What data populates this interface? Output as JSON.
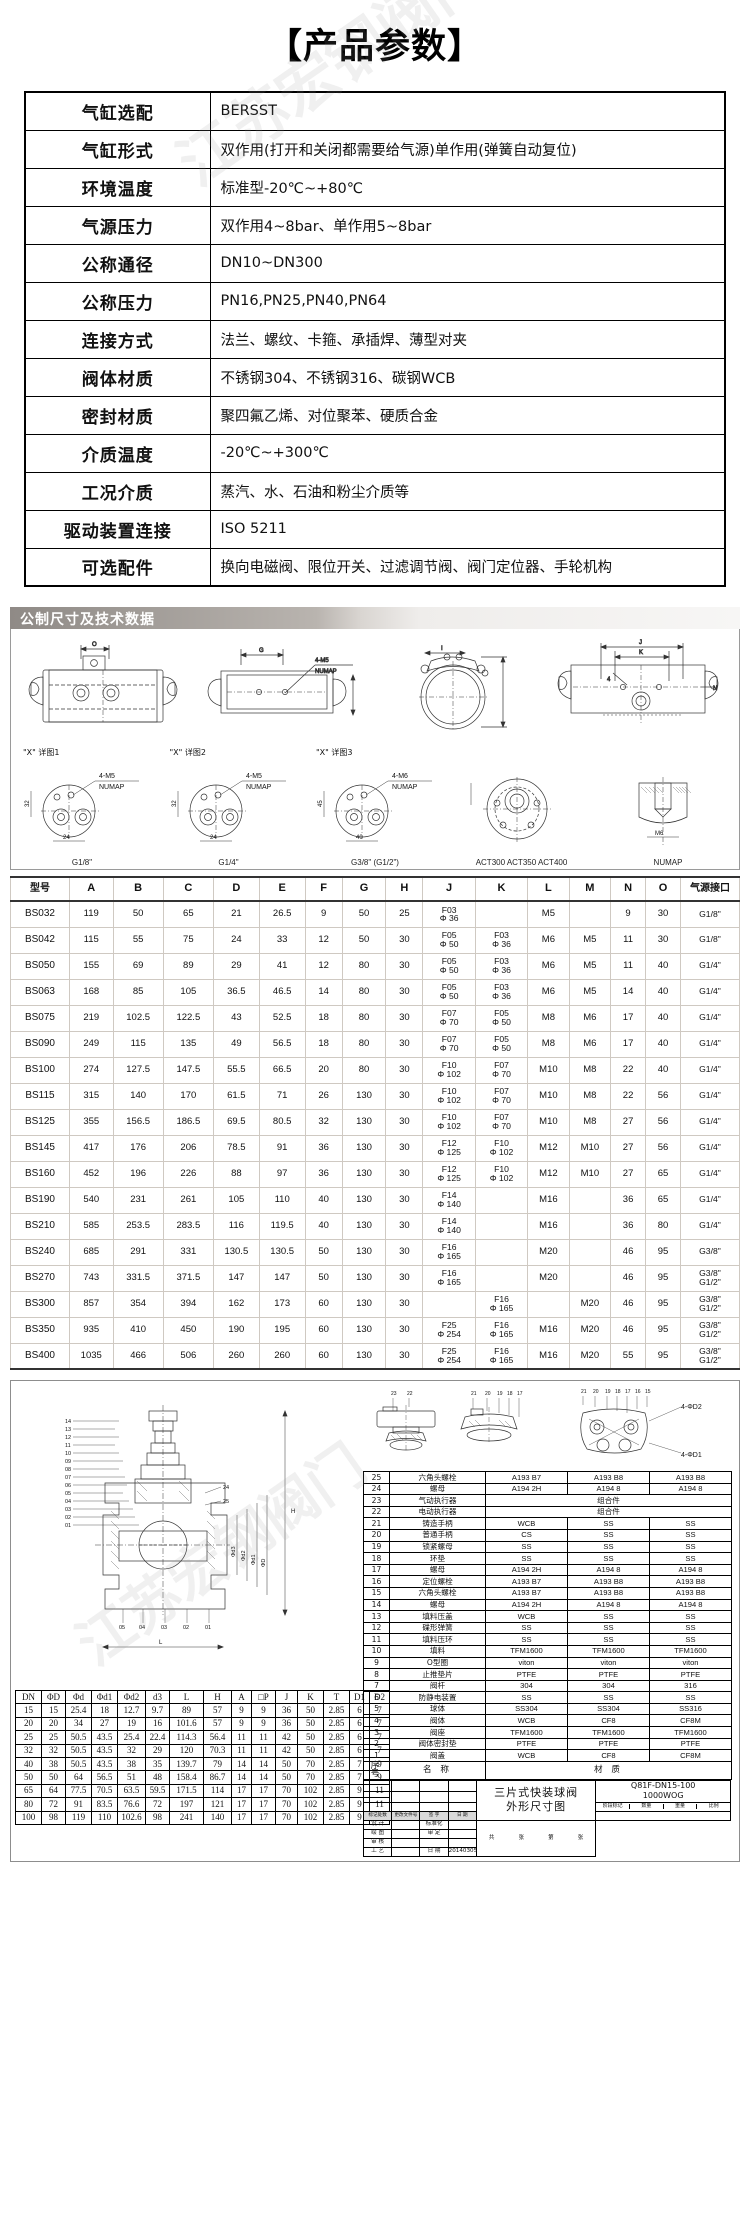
{
  "title": "【产品参数】",
  "watermark": "江苏宏钢阀门",
  "params": {
    "rows": [
      {
        "key": "气缸选配",
        "value": "BERSST"
      },
      {
        "key": "气缸形式",
        "value": "双作用(打开和关闭都需要给气源)单作用(弹簧自动复位)"
      },
      {
        "key": "环境温度",
        "value": "标准型-20℃~+80℃"
      },
      {
        "key": "气源压力",
        "value": "双作用4~8bar、单作用5~8bar"
      },
      {
        "key": "公称通径",
        "value": "DN10~DN300"
      },
      {
        "key": "公称压力",
        "value": "PN16,PN25,PN40,PN64"
      },
      {
        "key": "连接方式",
        "value": "法兰、螺纹、卡箍、承插焊、薄型对夹"
      },
      {
        "key": "阀体材质",
        "value": "不锈钢304、不锈钢316、碳钢WCB"
      },
      {
        "key": "密封材质",
        "value": "聚四氟乙烯、对位聚苯、硬质合金"
      },
      {
        "key": "介质温度",
        "value": "-20℃~+300℃"
      },
      {
        "key": "工况介质",
        "value": "蒸汽、水、石油和粉尘介质等"
      },
      {
        "key": "驱动装置连接",
        "value": "ISO 5211"
      },
      {
        "key": "可选配件",
        "value": "换向电磁阀、限位开关、过滤调节阀、阀门定位器、手轮机构"
      }
    ]
  },
  "section": {
    "banner_label": "公制尺寸及技术数据"
  },
  "drawing": {
    "dim_labels": [
      "O",
      "G",
      "4-M5",
      "NUMAP",
      "J",
      "K",
      "N",
      "I",
      "H"
    ],
    "view_note_left": "\"X\" 详图",
    "details": [
      {
        "caption": "\"X\" 详图1",
        "thread": "4-M5",
        "standard": "NUMAP",
        "height_dim": "32",
        "width_dim": "24",
        "port": "G1/8\""
      },
      {
        "caption": "\"X\" 详图2",
        "thread": "4-M5",
        "standard": "NUMAP",
        "height_dim": "32",
        "width_dim": "24",
        "port": "G1/4\""
      },
      {
        "caption": "\"X\" 详图3",
        "thread": "4-M6",
        "standard": "NUMAP",
        "height_dim": "45",
        "width_dim": "40",
        "port": "G3/8\" (G1/2\")"
      },
      {
        "caption": "",
        "thread": "",
        "standard": "",
        "height_dim": "",
        "width_dim": "",
        "port": "ACT300 ACT350 ACT400"
      },
      {
        "caption": "",
        "thread": "",
        "standard": "",
        "height_dim": "",
        "width_dim": "M6",
        "port": "NUMAP"
      }
    ]
  },
  "dims_table": {
    "columns": [
      "型号",
      "A",
      "B",
      "C",
      "D",
      "E",
      "F",
      "G",
      "H",
      "J",
      "K",
      "L",
      "M",
      "N",
      "O",
      "气源接口"
    ],
    "rows": [
      {
        "model": "BS032",
        "A": "119",
        "B": "50",
        "C": "65",
        "D": "21",
        "E": "26.5",
        "F": "9",
        "G": "50",
        "H": "25",
        "J": [
          "F03",
          "Φ 36"
        ],
        "K": [
          "",
          ""
        ],
        "L": "M5",
        "M": "",
        "N": "9",
        "O": "30",
        "port": [
          "G1/8\""
        ]
      },
      {
        "model": "BS042",
        "A": "115",
        "B": "55",
        "C": "75",
        "D": "24",
        "E": "33",
        "F": "12",
        "G": "50",
        "H": "30",
        "J": [
          "F05",
          "Φ 50"
        ],
        "K": [
          "F03",
          "Φ 36"
        ],
        "L": "M6",
        "M": "M5",
        "N": "11",
        "O": "30",
        "port": [
          "G1/8\""
        ]
      },
      {
        "model": "BS050",
        "A": "155",
        "B": "69",
        "C": "89",
        "D": "29",
        "E": "41",
        "F": "12",
        "G": "80",
        "H": "30",
        "J": [
          "F05",
          "Φ 50"
        ],
        "K": [
          "F03",
          "Φ 36"
        ],
        "L": "M6",
        "M": "M5",
        "N": "11",
        "O": "40",
        "port": [
          "G1/4\""
        ]
      },
      {
        "model": "BS063",
        "A": "168",
        "B": "85",
        "C": "105",
        "D": "36.5",
        "E": "46.5",
        "F": "14",
        "G": "80",
        "H": "30",
        "J": [
          "F05",
          "Φ 50"
        ],
        "K": [
          "F03",
          "Φ 36"
        ],
        "L": "M6",
        "M": "M5",
        "N": "14",
        "O": "40",
        "port": [
          "G1/4\""
        ]
      },
      {
        "model": "BS075",
        "A": "219",
        "B": "102.5",
        "C": "122.5",
        "D": "43",
        "E": "52.5",
        "F": "18",
        "G": "80",
        "H": "30",
        "J": [
          "F07",
          "Φ 70"
        ],
        "K": [
          "F05",
          "Φ 50"
        ],
        "L": "M8",
        "M": "M6",
        "N": "17",
        "O": "40",
        "port": [
          "G1/4\""
        ]
      },
      {
        "model": "BS090",
        "A": "249",
        "B": "115",
        "C": "135",
        "D": "49",
        "E": "56.5",
        "F": "18",
        "G": "80",
        "H": "30",
        "J": [
          "F07",
          "Φ 70"
        ],
        "K": [
          "F05",
          "Φ 50"
        ],
        "L": "M8",
        "M": "M6",
        "N": "17",
        "O": "40",
        "port": [
          "G1/4\""
        ]
      },
      {
        "model": "BS100",
        "A": "274",
        "B": "127.5",
        "C": "147.5",
        "D": "55.5",
        "E": "66.5",
        "F": "20",
        "G": "80",
        "H": "30",
        "J": [
          "F10",
          "Φ 102"
        ],
        "K": [
          "F07",
          "Φ 70"
        ],
        "L": "M10",
        "M": "M8",
        "N": "22",
        "O": "40",
        "port": [
          "G1/4\""
        ]
      },
      {
        "model": "BS115",
        "A": "315",
        "B": "140",
        "C": "170",
        "D": "61.5",
        "E": "71",
        "F": "26",
        "G": "130",
        "H": "30",
        "J": [
          "F10",
          "Φ 102"
        ],
        "K": [
          "F07",
          "Φ 70"
        ],
        "L": "M10",
        "M": "M8",
        "N": "22",
        "O": "56",
        "port": [
          "G1/4\""
        ]
      },
      {
        "model": "BS125",
        "A": "355",
        "B": "156.5",
        "C": "186.5",
        "D": "69.5",
        "E": "80.5",
        "F": "32",
        "G": "130",
        "H": "30",
        "J": [
          "F10",
          "Φ 102"
        ],
        "K": [
          "F07",
          "Φ 70"
        ],
        "L": "M10",
        "M": "M8",
        "N": "27",
        "O": "56",
        "port": [
          "G1/4\""
        ]
      },
      {
        "model": "BS145",
        "A": "417",
        "B": "176",
        "C": "206",
        "D": "78.5",
        "E": "91",
        "F": "36",
        "G": "130",
        "H": "30",
        "J": [
          "F12",
          "Φ 125"
        ],
        "K": [
          "F10",
          "Φ 102"
        ],
        "L": "M12",
        "M": "M10",
        "N": "27",
        "O": "56",
        "port": [
          "G1/4\""
        ]
      },
      {
        "model": "BS160",
        "A": "452",
        "B": "196",
        "C": "226",
        "D": "88",
        "E": "97",
        "F": "36",
        "G": "130",
        "H": "30",
        "J": [
          "F12",
          "Φ 125"
        ],
        "K": [
          "F10",
          "Φ 102"
        ],
        "L": "M12",
        "M": "M10",
        "N": "27",
        "O": "65",
        "port": [
          "G1/4\""
        ]
      },
      {
        "model": "BS190",
        "A": "540",
        "B": "231",
        "C": "261",
        "D": "105",
        "E": "110",
        "F": "40",
        "G": "130",
        "H": "30",
        "J": [
          "F14",
          "Φ 140"
        ],
        "K": [
          "",
          ""
        ],
        "L": "M16",
        "M": "",
        "N": "36",
        "O": "65",
        "port": [
          "G1/4\""
        ]
      },
      {
        "model": "BS210",
        "A": "585",
        "B": "253.5",
        "C": "283.5",
        "D": "116",
        "E": "119.5",
        "F": "40",
        "G": "130",
        "H": "30",
        "J": [
          "F14",
          "Φ 140"
        ],
        "K": [
          "",
          ""
        ],
        "L": "M16",
        "M": "",
        "N": "36",
        "O": "80",
        "port": [
          "G1/4\""
        ]
      },
      {
        "model": "BS240",
        "A": "685",
        "B": "291",
        "C": "331",
        "D": "130.5",
        "E": "130.5",
        "F": "50",
        "G": "130",
        "H": "30",
        "J": [
          "F16",
          "Φ 165"
        ],
        "K": [
          "",
          ""
        ],
        "L": "M20",
        "M": "",
        "N": "46",
        "O": "95",
        "port": [
          "G3/8\""
        ]
      },
      {
        "model": "BS270",
        "A": "743",
        "B": "331.5",
        "C": "371.5",
        "D": "147",
        "E": "147",
        "F": "50",
        "G": "130",
        "H": "30",
        "J": [
          "F16",
          "Φ 165"
        ],
        "K": [
          "",
          ""
        ],
        "L": "M20",
        "M": "",
        "N": "46",
        "O": "95",
        "port": [
          "G3/8\"",
          "G1/2\""
        ]
      },
      {
        "model": "BS300",
        "A": "857",
        "B": "354",
        "C": "394",
        "D": "162",
        "E": "173",
        "F": "60",
        "G": "130",
        "H": "30",
        "J": [
          "",
          ""
        ],
        "K": [
          "F16",
          "Φ 165"
        ],
        "L": "",
        "M": "M20",
        "N": "46",
        "O": "95",
        "port": [
          "G3/8\"",
          "G1/2\""
        ]
      },
      {
        "model": "BS350",
        "A": "935",
        "B": "410",
        "C": "450",
        "D": "190",
        "E": "195",
        "F": "60",
        "G": "130",
        "H": "30",
        "J": [
          "F25",
          "Φ 254"
        ],
        "K": [
          "F16",
          "Φ 165"
        ],
        "L": "M16",
        "M": "M20",
        "N": "46",
        "O": "95",
        "port": [
          "G3/8\"",
          "G1/2\""
        ]
      },
      {
        "model": "BS400",
        "A": "1035",
        "B": "466",
        "C": "506",
        "D": "260",
        "E": "260",
        "F": "60",
        "G": "130",
        "H": "30",
        "J": [
          "F25",
          "Φ 254"
        ],
        "K": [
          "F16",
          "Φ 165"
        ],
        "L": "M16",
        "M": "M20",
        "N": "55",
        "O": "95",
        "port": [
          "G3/8\"",
          "G1/2\""
        ]
      }
    ]
  },
  "parts_list": {
    "header": {
      "no": "序 号",
      "name": "名 称",
      "material": "材 质"
    },
    "rows": [
      {
        "no": "25",
        "name": "六角头螺栓",
        "m1": "A193 B7",
        "m2": "A193 B8",
        "m3": "A193 B8"
      },
      {
        "no": "24",
        "name": "螺母",
        "m1": "A194 2H",
        "m2": "A194 8",
        "m3": "A194 8"
      },
      {
        "no": "23",
        "name": "气动执行器",
        "merged": "组合件"
      },
      {
        "no": "22",
        "name": "电动执行器",
        "merged": "组合件"
      },
      {
        "no": "21",
        "name": "铸造手柄",
        "m1": "WCB",
        "m2": "SS",
        "m3": "SS"
      },
      {
        "no": "20",
        "name": "普通手柄",
        "m1": "CS",
        "m2": "SS",
        "m3": "SS"
      },
      {
        "no": "19",
        "name": "锁紧螺母",
        "m1": "SS",
        "m2": "SS",
        "m3": "SS"
      },
      {
        "no": "18",
        "name": "环垫",
        "m1": "SS",
        "m2": "SS",
        "m3": "SS"
      },
      {
        "no": "17",
        "name": "螺母",
        "m1": "A194 2H",
        "m2": "A194 8",
        "m3": "A194 8"
      },
      {
        "no": "16",
        "name": "定位螺栓",
        "m1": "A193 B7",
        "m2": "A193 B8",
        "m3": "A193 B8"
      },
      {
        "no": "15",
        "name": "六角头螺栓",
        "m1": "A193 B7",
        "m2": "A193 B8",
        "m3": "A193 B8"
      },
      {
        "no": "14",
        "name": "螺母",
        "m1": "A194 2H",
        "m2": "A194 8",
        "m3": "A194 8"
      },
      {
        "no": "13",
        "name": "填料压盖",
        "m1": "WCB",
        "m2": "SS",
        "m3": "SS"
      },
      {
        "no": "12",
        "name": "碟形弹簧",
        "m1": "SS",
        "m2": "SS",
        "m3": "SS"
      },
      {
        "no": "11",
        "name": "填料压环",
        "m1": "SS",
        "m2": "SS",
        "m3": "SS"
      },
      {
        "no": "10",
        "name": "填料",
        "m1": "TFM1600",
        "m2": "TFM1600",
        "m3": "TFM1600"
      },
      {
        "no": "9",
        "name": "O型圈",
        "m1": "viton",
        "m2": "viton",
        "m3": "viton"
      },
      {
        "no": "8",
        "name": "止推垫片",
        "m1": "PTFE",
        "m2": "PTFE",
        "m3": "PTFE"
      },
      {
        "no": "7",
        "name": "阀杆",
        "m1": "304",
        "m2": "304",
        "m3": "316"
      },
      {
        "no": "6",
        "name": "防静电装置",
        "m1": "SS",
        "m2": "SS",
        "m3": "SS"
      },
      {
        "no": "5",
        "name": "球体",
        "m1": "SS304",
        "m2": "SS304",
        "m3": "SS316"
      },
      {
        "no": "4",
        "name": "阀体",
        "m1": "WCB",
        "m2": "CF8",
        "m3": "CF8M"
      },
      {
        "no": "3",
        "name": "阀座",
        "m1": "TFM1600",
        "m2": "TFM1600",
        "m3": "TFM1600"
      },
      {
        "no": "2",
        "name": "阀体密封垫",
        "m1": "PTFE",
        "m2": "PTFE",
        "m3": "PTFE"
      },
      {
        "no": "1",
        "name": "阀盖",
        "m1": "WCB",
        "m2": "CF8",
        "m3": "CF8M"
      }
    ]
  },
  "title_block": {
    "drawing_name_line1": "三片式快装球阀",
    "drawing_name_line2": "外形尺寸图",
    "code_line1": "Q81F-DN15-100",
    "code_line2": "1000WOG",
    "left_head": [
      "标记处数",
      "更改文件号",
      "签 字",
      "日 期"
    ],
    "left_rows": [
      {
        "role": "设 计",
        "name": "",
        "role2": "标准化",
        "name2": ""
      },
      {
        "role": "绘 图",
        "name": "",
        "role2": "审 定",
        "name2": ""
      },
      {
        "role": "审 核",
        "name": "",
        "role2": "",
        "name2": ""
      },
      {
        "role": "工 艺",
        "name": "",
        "role2": "日 期",
        "name2": "20140305"
      }
    ],
    "right_head": [
      "阶段标记",
      "数量",
      "重量",
      "比例"
    ],
    "right_foot": [
      "共",
      "张",
      "第",
      "张"
    ]
  },
  "dn_table": {
    "columns": [
      "DN",
      "ΦD",
      "Φd",
      "Φd1",
      "Φd2",
      "d3",
      "L",
      "H",
      "A",
      "□P",
      "J",
      "K",
      "T",
      "D1",
      "D2"
    ],
    "rows": [
      [
        "15",
        "15",
        "25.4",
        "18",
        "12.7",
        "9.7",
        "89",
        "57",
        "9",
        "9",
        "36",
        "50",
        "2.85",
        "6",
        "7"
      ],
      [
        "20",
        "20",
        "34",
        "27",
        "19",
        "16",
        "101.6",
        "57",
        "9",
        "9",
        "36",
        "50",
        "2.85",
        "6",
        "7"
      ],
      [
        "25",
        "25",
        "50.5",
        "43.5",
        "25.4",
        "22.4",
        "114.3",
        "56.4",
        "11",
        "11",
        "42",
        "50",
        "2.85",
        "6",
        "7"
      ],
      [
        "32",
        "32",
        "50.5",
        "43.5",
        "32",
        "29",
        "120",
        "70.3",
        "11",
        "11",
        "42",
        "50",
        "2.85",
        "6",
        "7"
      ],
      [
        "40",
        "38",
        "50.5",
        "43.5",
        "38",
        "35",
        "139.7",
        "79",
        "14",
        "14",
        "50",
        "70",
        "2.85",
        "7",
        "9"
      ],
      [
        "50",
        "50",
        "64",
        "56.5",
        "51",
        "48",
        "158.4",
        "86.7",
        "14",
        "14",
        "50",
        "70",
        "2.85",
        "7",
        "9"
      ],
      [
        "65",
        "64",
        "77.5",
        "70.5",
        "63.5",
        "59.5",
        "171.5",
        "114",
        "17",
        "17",
        "70",
        "102",
        "2.85",
        "9",
        "11"
      ],
      [
        "80",
        "72",
        "91",
        "83.5",
        "76.6",
        "72",
        "197",
        "121",
        "17",
        "17",
        "70",
        "102",
        "2.85",
        "9",
        "11"
      ],
      [
        "100",
        "98",
        "119",
        "110",
        "102.6",
        "98",
        "241",
        "140",
        "17",
        "17",
        "70",
        "102",
        "2.85",
        "9",
        "11"
      ]
    ]
  },
  "bottom_drawing": {
    "callouts_left": [
      "01",
      "02",
      "03",
      "04",
      "05",
      "06",
      "07",
      "08",
      "09",
      "10",
      "11",
      "12",
      "13",
      "14"
    ],
    "callouts_right": [
      "24",
      "25"
    ],
    "callouts_bottom": [
      "05",
      "04",
      "03",
      "02",
      "01"
    ],
    "callouts_top": [
      "23",
      "22",
      "21",
      "20",
      "19",
      "18",
      "17",
      "16",
      "15"
    ],
    "dim_labels": [
      "Φd3",
      "Φd2",
      "Φd1",
      "ΦD",
      "L",
      "H",
      "A",
      "T",
      "4-ΦD1",
      "4-ΦD2"
    ]
  }
}
